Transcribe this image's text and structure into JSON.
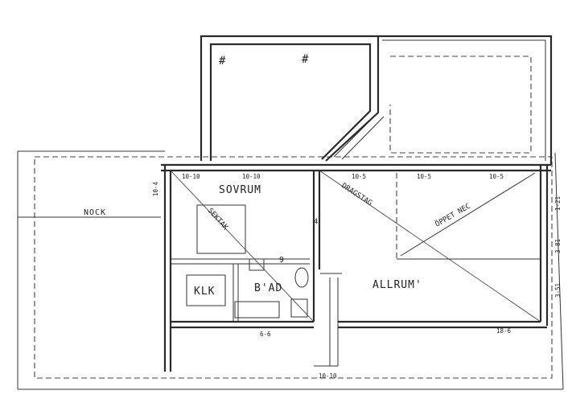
{
  "rooms": {
    "sovrum": "SOVRUM",
    "allrum": "ALLRUM'",
    "klk": "KLK",
    "bad": "B'AD",
    "nock": "NOCK"
  },
  "annotations": {
    "sektak": "SEKTAK",
    "dragstag": "DRAGSTAG",
    "oppet_nec": "ÖPPET NEC",
    "hash_left": "#",
    "hash_right": "#",
    "num_9": "9",
    "num_4": "4"
  },
  "dimensions": {
    "d_10_10_top_a": "10-10",
    "d_10_10_top_b": "10-10",
    "d_10_5_a": "10-5",
    "d_10_5_b": "10-5",
    "d_10_5_c": "10-5",
    "d_10_4_left": "10-4",
    "d_18_6": "18-6",
    "d_6_6": "6-6",
    "d_10_10_bottom": "10-10",
    "d_right_a": "1-21",
    "d_right_b": "3-81",
    "d_right_c": "3-51"
  }
}
